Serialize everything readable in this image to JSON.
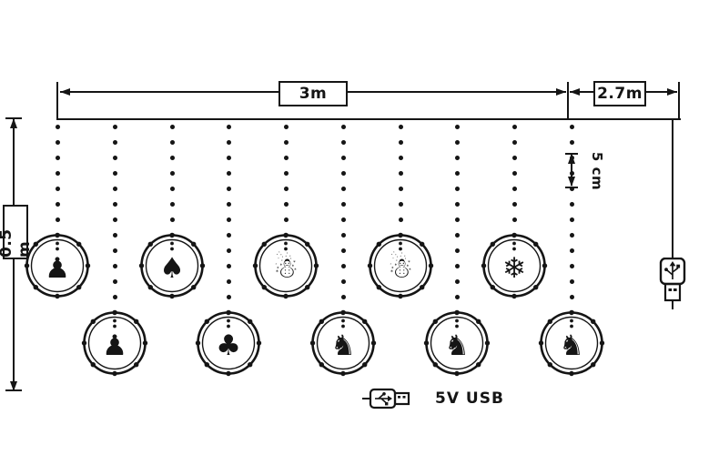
{
  "dimensions": {
    "main_width": "3m",
    "lead_length": "2.7m",
    "drop_height": "0.5 m",
    "bulb_spacing": "5 cm"
  },
  "power": {
    "label": "5V USB"
  },
  "ornaments": [
    {
      "name": "santa",
      "glyph": "♟"
    },
    {
      "name": "santa",
      "glyph": "♟"
    },
    {
      "name": "christmas-tree",
      "glyph": "♠"
    },
    {
      "name": "christmas-tree",
      "glyph": "♣"
    },
    {
      "name": "snowman",
      "glyph": "☃"
    },
    {
      "name": "rocking-horse",
      "glyph": "♞"
    },
    {
      "name": "snowman",
      "glyph": "☃"
    },
    {
      "name": "rocking-horse",
      "glyph": "♞"
    },
    {
      "name": "snowflake",
      "glyph": "❄"
    },
    {
      "name": "rocking-horse",
      "glyph": "♞"
    }
  ],
  "colors": {
    "ink": "#151515",
    "background": "#ffffff"
  }
}
